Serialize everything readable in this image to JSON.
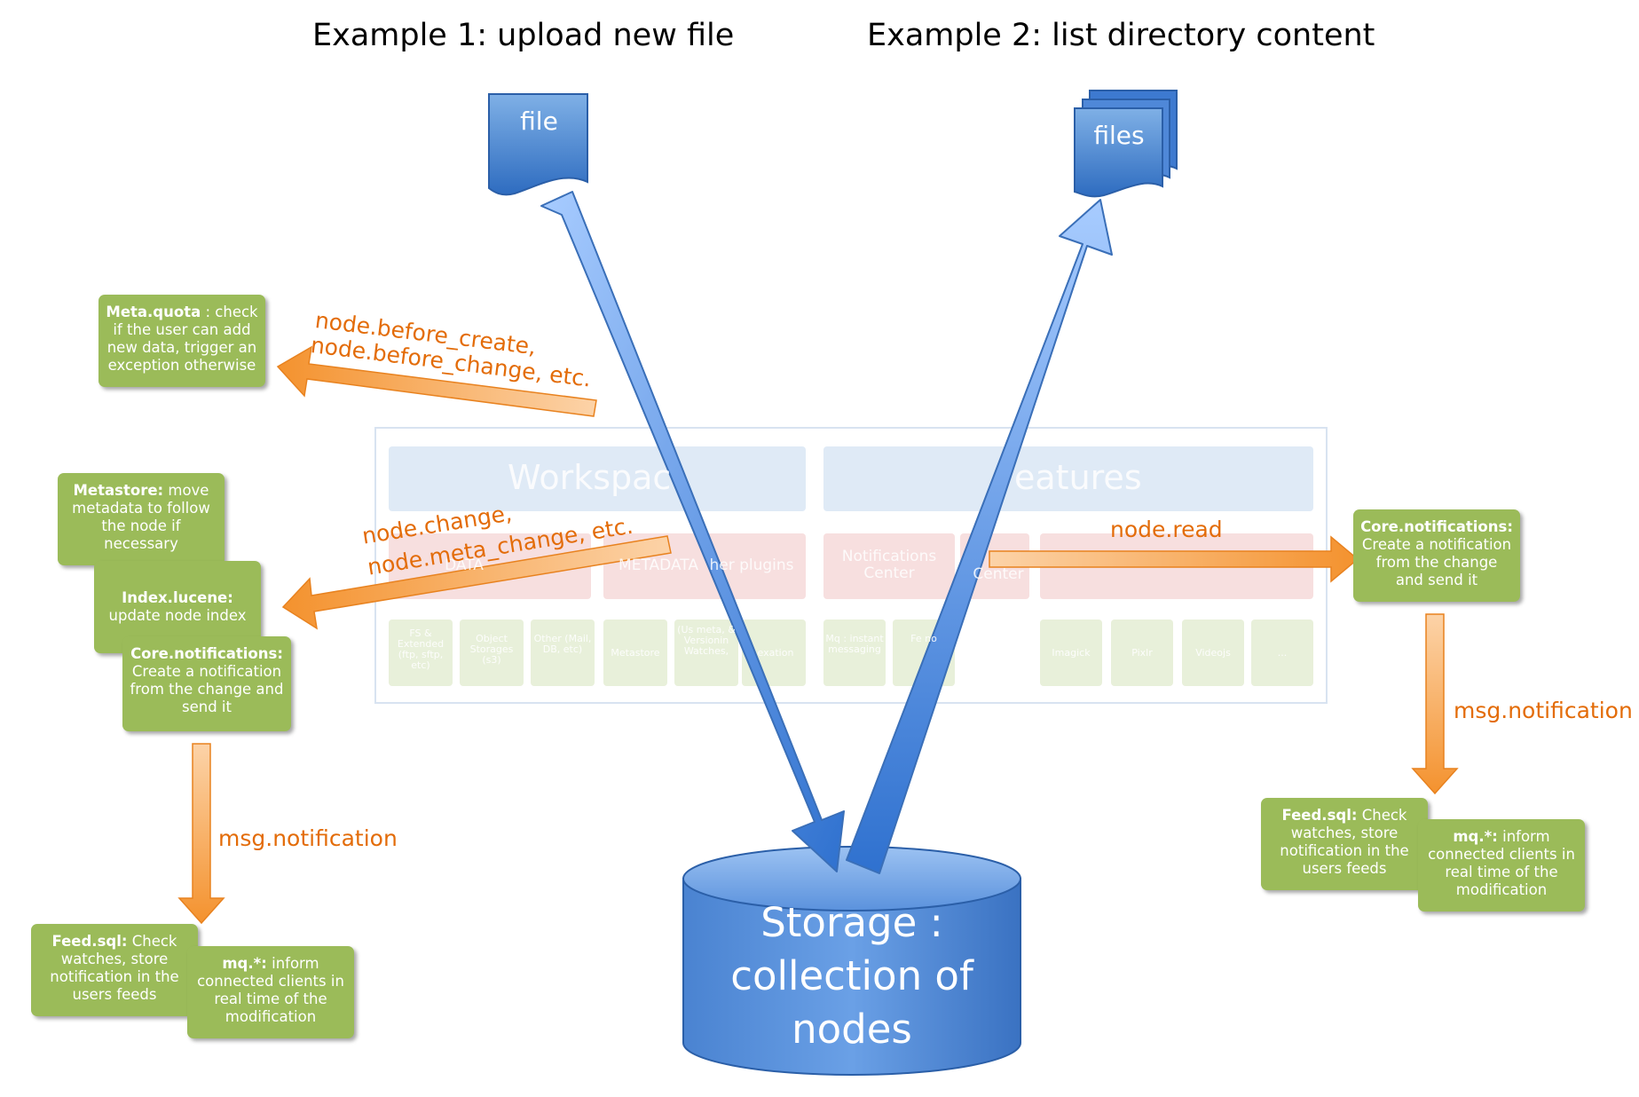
{
  "titles": {
    "example1": "Example 1: upload new file",
    "example2": "Example 2: list directory content"
  },
  "documents": {
    "file": "file",
    "files": "files"
  },
  "storage": {
    "line1": "Storage :",
    "line2": "collection of",
    "line3": "nodes"
  },
  "background_panel": {
    "workspace": "Workspac",
    "features": "eatures",
    "data": "DATA",
    "metadata": "METADATA",
    "other_plugins": "her plugins",
    "notifications_center": "Notifications Center",
    "center_fragment": "Center",
    "tiles": {
      "fs": "FS & Extended (ftp, sftp, etc)",
      "object_storages": "Object Storages (s3)",
      "other": "Other (Mail, DB, etc)",
      "metastore": "Metastore",
      "users_meta": "(Us meta, & Versionin Watches,",
      "indexation": "exation",
      "mq": "Mq : instant messaging",
      "fe": "Fe no",
      "imagick": "Imagick",
      "pixlr": "Pixlr",
      "videojs": "Videojs",
      "ellipsis": "..."
    }
  },
  "labels": {
    "before_create_1": "node.before_create,",
    "before_create_2": "node.before_change, etc.",
    "change_1": "node.change,",
    "change_2": "node.meta_change, etc.",
    "read": "node.read",
    "msg_left": "msg.notification",
    "msg_right": "msg.notification"
  },
  "boxes": {
    "meta_quota": {
      "title": "Meta.quota",
      "text": " : check if the user can add new data, trigger an exception otherwise"
    },
    "metastore": {
      "title": "Metastore:",
      "text": " move metadata to follow the node if necessary"
    },
    "index_lucene": {
      "title": "Index.lucene:",
      "text": " update node index"
    },
    "core_notifications_left": {
      "title": "Core.notifications:",
      "text": " Create a notification from the change and send it"
    },
    "feed_sql_left": {
      "title": "Feed.sql:",
      "text": " Check watches, store notification in the users feeds"
    },
    "mq_left": {
      "title": "mq.*:",
      "text": " inform connected clients in real time of the modification"
    },
    "core_notifications_right": {
      "title": "Core.notifications:",
      "text": " Create a notification from the change and send it"
    },
    "feed_sql_right": {
      "title": "Feed.sql:",
      "text": " Check watches, store notification in the users feeds"
    },
    "mq_right": {
      "title": "mq.*:",
      "text": " inform connected clients in real time of the modification"
    }
  },
  "colors": {
    "green": "#9bbb59",
    "orange_text": "#e36c09",
    "blue": "#4f81bd",
    "panel_blue": "#c6d9f0",
    "panel_red": "#f2c6c6",
    "panel_green": "#d7e4bd"
  }
}
